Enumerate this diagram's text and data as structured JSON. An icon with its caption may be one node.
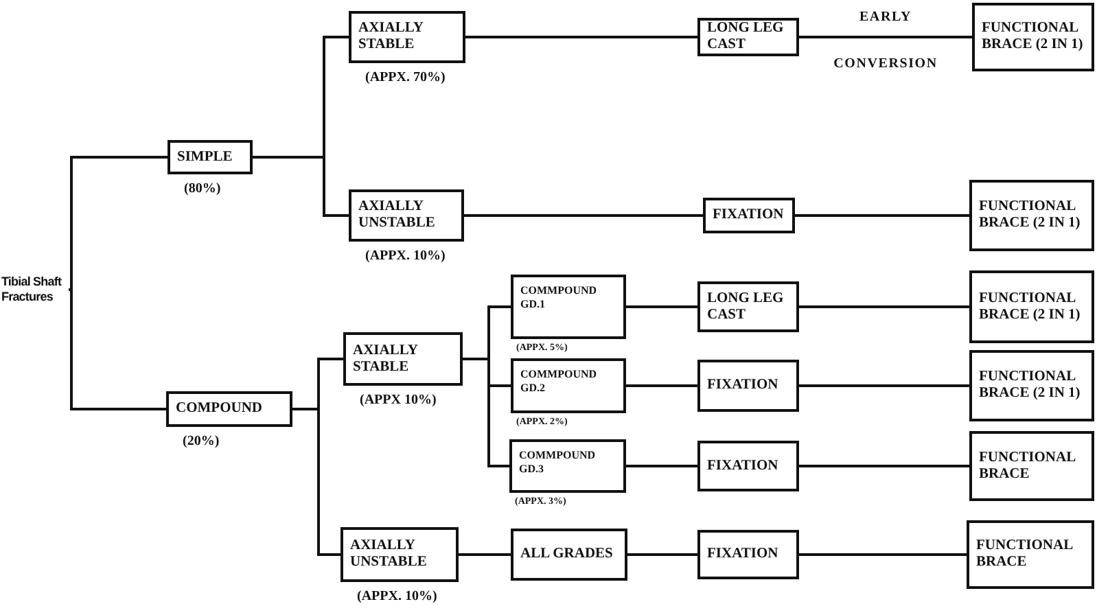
{
  "diagram": {
    "nodes": [
      {
        "text": [
          "Tibial Shaft Fractures"
        ]
      },
      {
        "text": [
          "SIMPLE"
        ],
        "beside": [
          "(80%)"
        ]
      },
      {
        "text": [
          "COMPOUND"
        ],
        "beside": [
          "(20%)"
        ]
      },
      {
        "text": [
          "AXIALLY STABLE"
        ],
        "beside": [
          "(APPX. 70%)"
        ]
      },
      {
        "text": [
          "AXIALLY UNSTABLE"
        ],
        "beside": [
          "(APPX. 10%)"
        ]
      },
      {
        "text": [
          "LONG LEG CAST"
        ]
      },
      {
        "text": [
          "FUNCTIONAL BRACE (2 IN 1)"
        ]
      },
      {
        "text": [
          "FIXATION"
        ]
      },
      {
        "text": [
          "FUNCTIONAL BRACE (2 IN 1)"
        ]
      },
      {
        "text": [
          "AXIALLY STABLE"
        ],
        "beside": [
          "(APPX 10%)"
        ]
      },
      {
        "text": [
          "COMMPOUND GD.1"
        ],
        "beside": [
          "(APPX. 5%)"
        ]
      },
      {
        "text": [
          "LONG LEG CAST"
        ]
      },
      {
        "text": [
          "FUNCTIONAL BRACE (2 IN 1)"
        ]
      },
      {
        "text": [
          "COMMPOUND GD.2"
        ],
        "beside": [
          "(APPX. 2%)"
        ]
      },
      {
        "text": [
          "FIXATION"
        ]
      },
      {
        "text": [
          "FUNCTIONAL BRACE (2 IN 1)"
        ]
      },
      {
        "text": [
          "COMMPOUND GD.3"
        ],
        "beside": [
          "(APPX. 3%)"
        ]
      },
      {
        "text": [
          "FIXATION"
        ]
      },
      {
        "text": [
          "FUNCTIONAL BRACE"
        ]
      },
      {
        "text": [
          "AXIALLY UNSTABLE"
        ],
        "beside": [
          "(APPX. 10%)"
        ]
      },
      {
        "text": [
          "ALL GRADES"
        ]
      },
      {
        "text": [
          "FIXATION"
        ]
      },
      {
        "text": [
          "FUNCTIONAL BRACE"
        ]
      }
    ],
    "edges": [
      {
        "from": 0,
        "to": 1,
        "arrow": "none"
      },
      {
        "from": 0,
        "to": 2,
        "arrow": "none"
      },
      {
        "from": 1,
        "to": 3,
        "arrow": "none"
      },
      {
        "from": 1,
        "to": 4,
        "arrow": "none"
      },
      {
        "from": 3,
        "to": 5,
        "arrow": "none"
      },
      {
        "from": 5,
        "to": 6,
        "arrow": "none",
        "label": "EARLY CONVERSION"
      },
      {
        "from": 4,
        "to": 7,
        "arrow": "none"
      },
      {
        "from": 7,
        "to": 8,
        "arrow": "none"
      },
      {
        "from": 2,
        "to": 9,
        "arrow": "none"
      },
      {
        "from": 2,
        "to": 19,
        "arrow": "none"
      },
      {
        "from": 9,
        "to": 10,
        "arrow": "none"
      },
      {
        "from": 9,
        "to": 13,
        "arrow": "none"
      },
      {
        "from": 9,
        "to": 16,
        "arrow": "none"
      },
      {
        "from": 10,
        "to": 11,
        "arrow": "none"
      },
      {
        "from": 11,
        "to": 12,
        "arrow": "none"
      },
      {
        "from": 13,
        "to": 14,
        "arrow": "none"
      },
      {
        "from": 14,
        "to": 15,
        "arrow": "none"
      },
      {
        "from": 16,
        "to": 17,
        "arrow": "none"
      },
      {
        "from": 17,
        "to": 18,
        "arrow": "none"
      },
      {
        "from": 19,
        "to": 20,
        "arrow": "none"
      },
      {
        "from": 20,
        "to": 21,
        "arrow": "none"
      },
      {
        "from": 21,
        "to": 22,
        "arrow": "none"
      }
    ]
  }
}
